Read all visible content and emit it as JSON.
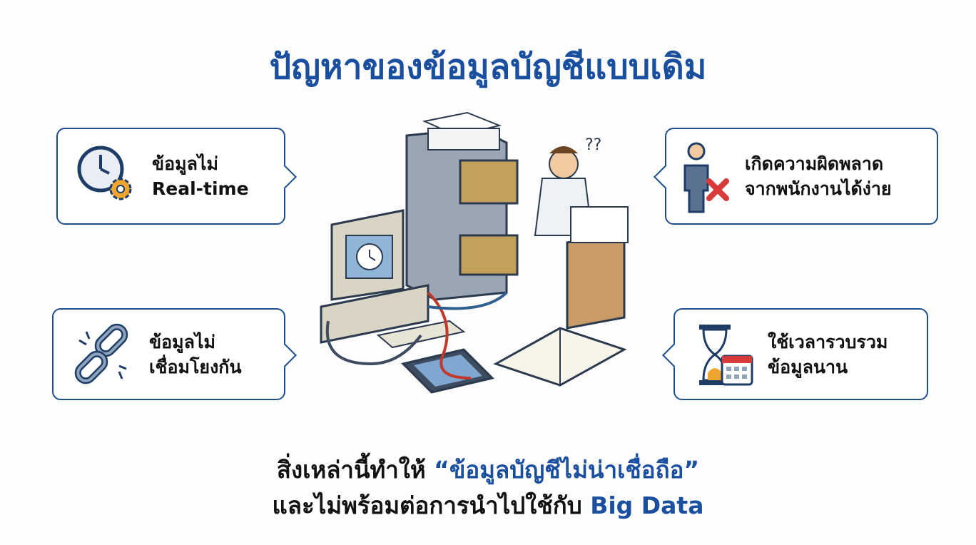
{
  "title": "ปัญหาของข้อมูลบัญชีแบบเดิม",
  "problems": [
    {
      "icon": "clock-gear-icon",
      "line1": "ข้อมูลไม่",
      "line2": "Real-time"
    },
    {
      "icon": "person-error-icon",
      "line1": "เกิดความผิดพลาด",
      "line2": "จากพนักงานได้ง่าย"
    },
    {
      "icon": "broken-link-icon",
      "line1": "ข้อมูลไม่",
      "line2": "เชื่อมโยงกัน"
    },
    {
      "icon": "hourglass-calendar-icon",
      "line1": "ใช้เวลารวบรวม",
      "line2": "ข้อมูลนาน"
    }
  ],
  "conclusion": {
    "line1_prefix": "สิ่งเหล่านี้ทำให้ ",
    "line1_quote": "“ข้อมูลบัญชีไม่น่าเชื่อถือ”",
    "line2_prefix": "และไม่พร้อมต่อการนำไปใช้กับ ",
    "line2_highlight": "Big Data"
  },
  "colors": {
    "accent": "#1a4f9f",
    "border": "#1e4d8c",
    "error": "#d83a3a"
  }
}
